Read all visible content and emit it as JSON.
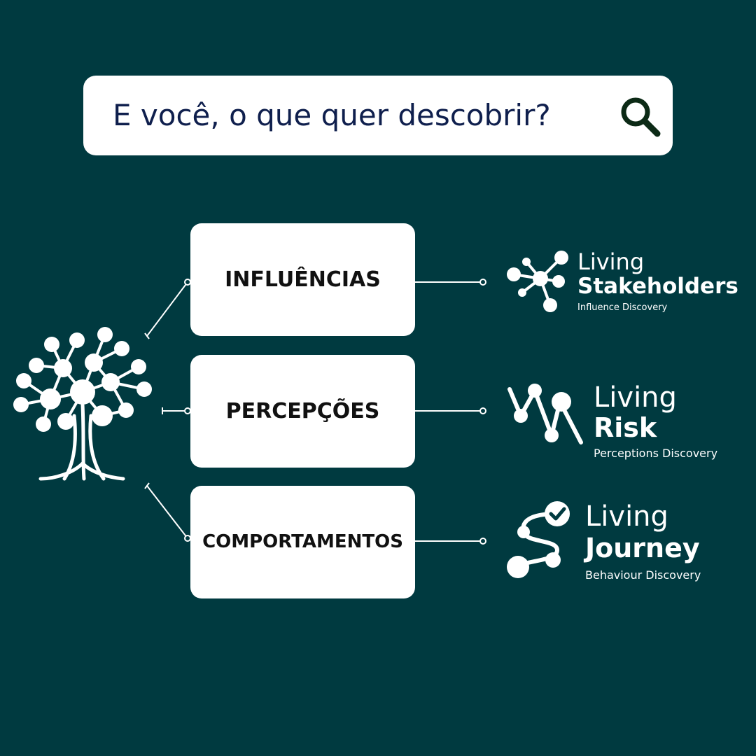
{
  "search": {
    "text": "E você, o que quer descobrir?"
  },
  "cards": [
    {
      "label": "INFLUÊNCIAS"
    },
    {
      "label": "PERCEPÇÕES"
    },
    {
      "label": "COMPORTAMENTOS"
    }
  ],
  "products": [
    {
      "living": "Living",
      "name": "Stakeholders",
      "tagline": "Influence Discovery"
    },
    {
      "living": "Living",
      "name": "Risk",
      "tagline": "Perceptions Discovery"
    },
    {
      "living": "Living",
      "name": "Journey",
      "tagline": "Behaviour Discovery"
    }
  ],
  "colors": {
    "background": "#003a40",
    "card": "#ffffff",
    "searchText": "#0f1f4d",
    "searchIcon": "#0c2a16"
  }
}
